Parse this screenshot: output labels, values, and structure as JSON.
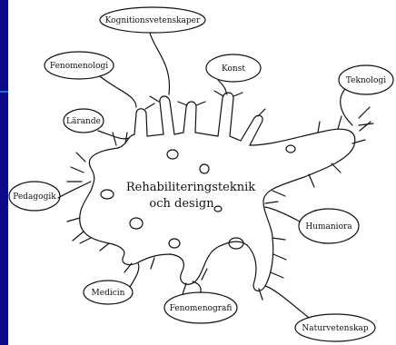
{
  "diagram": {
    "center": {
      "line1": "Rehabiliteringsteknik",
      "line2": "och design"
    },
    "nodes": [
      {
        "id": "kognition",
        "label": "Kognitionsvetenskaper"
      },
      {
        "id": "fenomenologi",
        "label": "Fenomenologi"
      },
      {
        "id": "konst",
        "label": "Konst"
      },
      {
        "id": "teknologi",
        "label": "Teknologi"
      },
      {
        "id": "larande",
        "label": "Lärande"
      },
      {
        "id": "pedagogik",
        "label": "Pedagogik"
      },
      {
        "id": "humaniora",
        "label": "Humaniora"
      },
      {
        "id": "medicin",
        "label": "Medicin"
      },
      {
        "id": "fenomenografi",
        "label": "Fenomenografi"
      },
      {
        "id": "naturvetenskap",
        "label": "Naturvetenskap"
      }
    ]
  },
  "colors": {
    "frame": "#0a0a8a",
    "accent": "#1c6fd8",
    "ink": "#111111"
  }
}
